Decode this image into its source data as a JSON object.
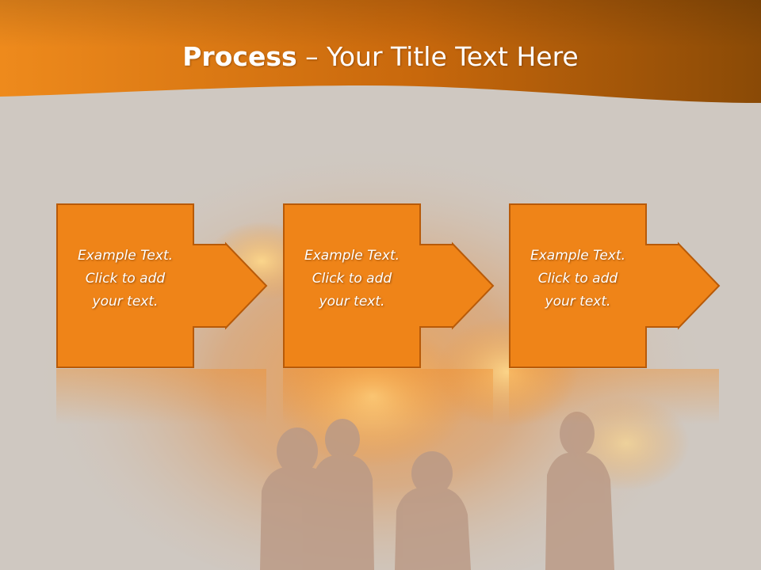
{
  "slide": {
    "title_bold": "Process",
    "title_rest": " – Your Title Text Here",
    "steps": [
      {
        "lines": [
          "Example Text.",
          "Click  to add",
          "your text."
        ]
      },
      {
        "lines": [
          "Example Text.",
          "Click  to add",
          "your text."
        ]
      },
      {
        "lines": [
          "Example Text.",
          "Click  to add",
          "your text."
        ]
      }
    ]
  },
  "colors": {
    "banner_dark": "#8a4a06",
    "banner_light": "#e98a1e",
    "box_fill": "#ef8418",
    "box_border": "#b85a08",
    "background": "#cfc8c1"
  }
}
